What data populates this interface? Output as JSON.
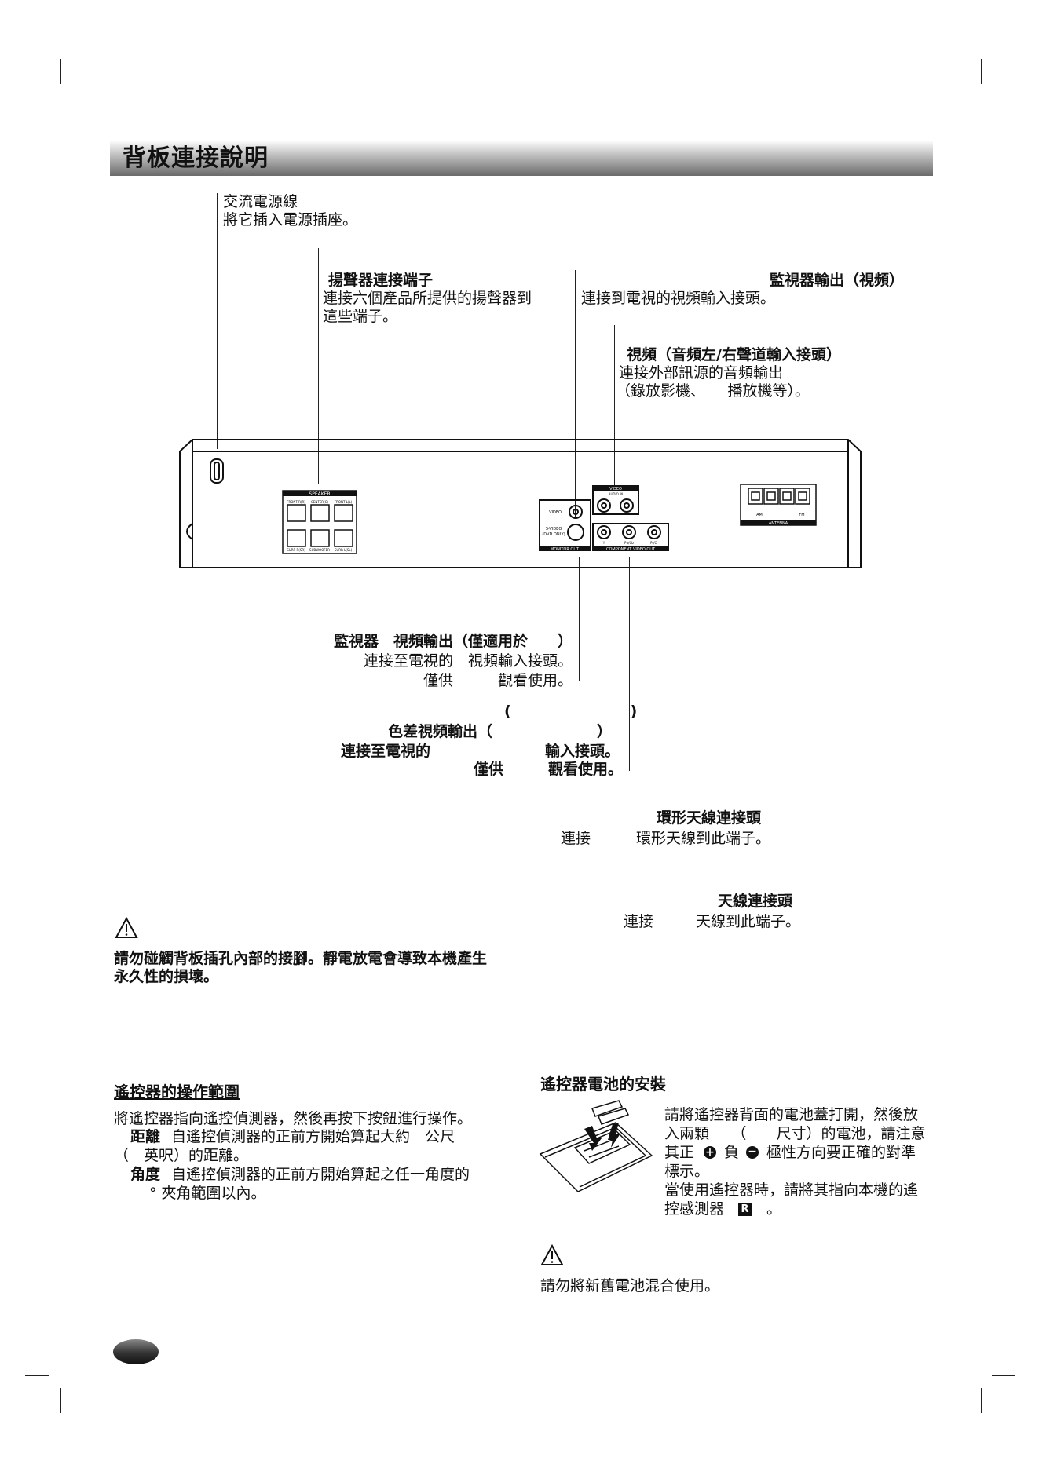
{
  "page_title": "背板連接說明",
  "callouts": {
    "ac_power": {
      "title": "交流電源線",
      "desc": "將它插入電源插座。"
    },
    "speaker": {
      "title": "揚聲器連接端子",
      "desc1": "連接六個產品所提供的揚聲器到",
      "desc2": "這些端子。"
    },
    "monitor_video": {
      "title": "監視器輸出（視頻）",
      "desc": "連接到電視的視頻輸入接頭。"
    },
    "audio_in": {
      "title": "視頻（音頻左/右聲道輸入接頭）",
      "desc1": "連接外部訊源的音頻輸出",
      "desc2": "（錄放影機、　　播放機等）。"
    },
    "svideo": {
      "title": "監視器　視頻輸出（僅適用於　　）",
      "desc1": "連接至電視的　視頻輸入接頭。",
      "desc2": "僅供　　　觀看使用。"
    },
    "component": {
      "paren": "(　　　　　　　　)",
      "title": "色差視頻輸出（　　　　　　　）",
      "desc1a": "連接至電視的",
      "desc1b": "輸入接頭。",
      "desc2": "僅供　　　觀看使用。"
    },
    "am_antenna": {
      "title": "環形天線連接頭",
      "desc_a": "連接",
      "desc_b": "環形天線到此端子。"
    },
    "fm_antenna": {
      "title": "天線連接頭",
      "desc_a": "連接",
      "desc_b": "天線到此端子。"
    }
  },
  "panel_labels": {
    "speaker": "SPEAKER",
    "spk_front_r": "FRONT R(R)",
    "spk_center": "CENTER(C)",
    "spk_front_l": "FRONT L(L)",
    "spk_surr_r": "SURR R(SR)",
    "spk_sub": "SUBWOOFER",
    "spk_surr_l": "SURR L(SL)",
    "video_box": "VIDEO",
    "audio_in": "AUDIO IN",
    "video": "VIDEO",
    "svideo": "S-VIDEO",
    "dvd_only": "(DVD ONLY)",
    "monitor_out": "MONITOR OUT",
    "comp_y": "Y",
    "comp_pb": "Pb/Cb",
    "comp_pr": "Pr/Cr",
    "component_out": "COMPONENT VIDEO OUT",
    "am": "AM",
    "fm": "FM",
    "antenna": "ANTENNA"
  },
  "caution1": {
    "line1": "請勿碰觸背板插孔內部的接腳。靜電放電會導致本機產生",
    "line2": "永久性的損壞。"
  },
  "remote_range": {
    "heading": "遙控器的操作範圍",
    "line1": "將遙控器指向遙控偵測器，然後再按下按鈕進行操作。",
    "dist_label": "距離",
    "dist_text": "自遙控偵測器的正前方開始算起大約　公尺",
    "dist_text2": "（　英呎）的距離。",
    "angle_label": "角度",
    "angle_text": "自遙控偵測器的正前方開始算起之任一角度的",
    "angle_text2": "°  夾角範圍以內。"
  },
  "battery": {
    "heading": "遙控器電池的安裝",
    "line1": "請將遙控器背面的電池蓋打開，然後放",
    "line2": "入兩顆　　（　　尺寸）的電池，請注意",
    "line3a": "其正",
    "line3b": "負",
    "line3c": "極性方向要正確的對準",
    "line4": "標示。",
    "line5": "當使用遙控器時，請將其指向本機的遙",
    "line6a": "控感測器",
    "line6b": "。",
    "sensor_glyph": "R"
  },
  "caution2": {
    "line1": "請勿將新舊電池混合使用。"
  }
}
